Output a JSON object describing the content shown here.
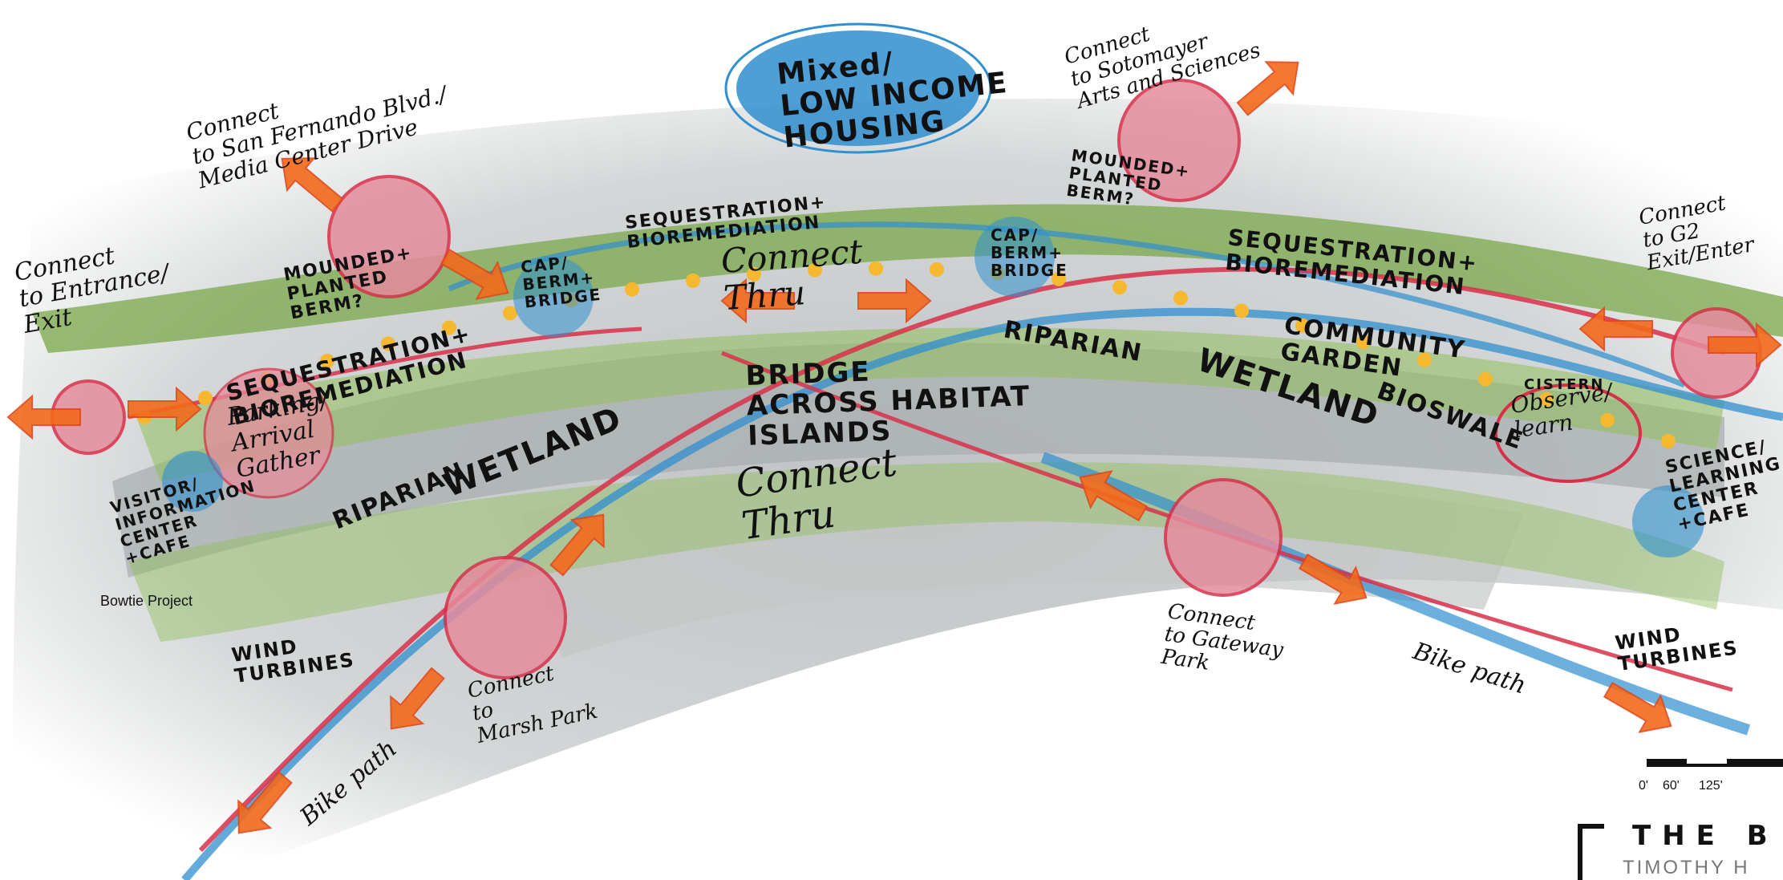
{
  "colors": {
    "green": "#7aa84a",
    "blue": "#2f8fcf",
    "red": "#d8304a",
    "orange": "#f26a1b",
    "pink": "#e48c9c",
    "yellow": "#f5b82e"
  },
  "labels": {
    "housing": "Mixed/\nLOW INCOME\nHOUSING",
    "connect_sfb": "Connect\nto San Fernando Blvd./\nMedia Center Drive",
    "connect_soto": "Connect\nto Sotomayer\nArts and Sciences",
    "connect_entrance": "Connect\nto Entrance/\nExit",
    "connect_g2": "Connect\nto G2\nExit/Enter",
    "mounded_left": "MOUNDED+\nPLANTED\nBERM?",
    "mounded_right": "MOUNDED+\nPLANTED\nBERM?",
    "cap_left": "CAP/\nBERM+\nBRIDGE",
    "cap_right": "CAP/\nBERM+\nBRIDGE",
    "seq_top": "SEQUESTRATION+\nBIOREMEDIATION",
    "seq_right": "SEQUESTRATION+\nBIOREMEDIATION",
    "seq_left": "SEQUESTRATION+\nBIOREMEDIATION",
    "connect_thru_top": "Connect\nThru",
    "connect_thru_mid": "Connect\nThru",
    "community_garden": "COMMUNITY\nGARDEN",
    "riparian_right": "RIPARIAN",
    "wetland_right": "WETLAND",
    "bioswale": "BIOSWALE",
    "cistern": "CISTERN",
    "observe": "Observe/\nlearn",
    "bridge_across": "BRIDGE\nACROSS HABITAT\nISLANDS",
    "parking": "Parking/\nArrival\nGather",
    "riparian_left": "RIPARIAN",
    "wetland_left": "WETLAND",
    "visitor": "VISITOR/\nINFORMATION\nCENTER\n+CAFE",
    "science": "SCIENCE/\nLEARNING\nCENTER\n+CAFE",
    "watermark": "Bowtie Project",
    "wind_left": "WIND\nTURBINES",
    "wind_right": "WIND\nTURBINES",
    "connect_marsh": "Connect\nto\nMarsh Park",
    "connect_gateway": "Connect\nto Gateway\nPark",
    "bike_left": "Bike path",
    "bike_right": "Bike path"
  },
  "scale": {
    "ticks": [
      "0'",
      "60'",
      "125'"
    ]
  },
  "title": {
    "main": "THE B",
    "sub": "TIMOTHY H"
  }
}
